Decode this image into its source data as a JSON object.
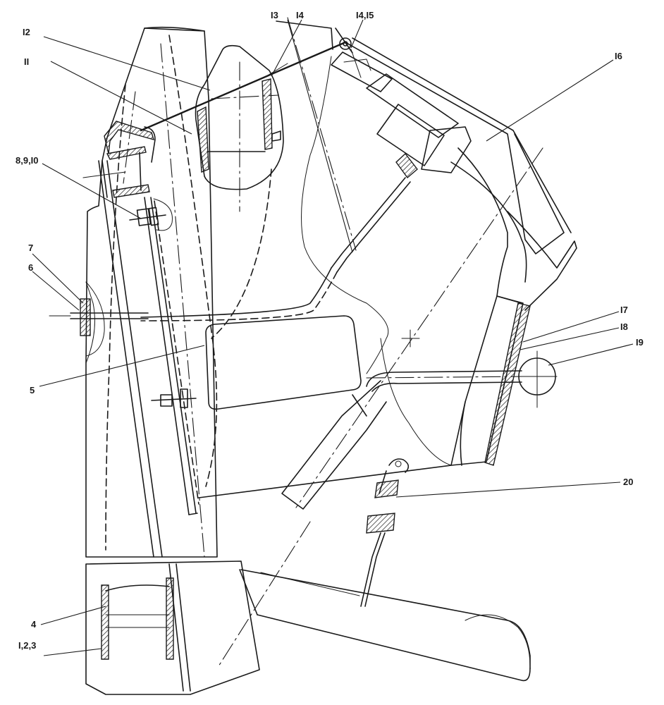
{
  "labels": {
    "l12": "I2",
    "l11": "II",
    "l13": "I3",
    "l14": "I4",
    "l1415": "I4,I5",
    "l16": "I6",
    "l8910": "8,9,I0",
    "l7": "7",
    "l6": "6",
    "l5": "5",
    "l17": "I7",
    "l18": "I8",
    "l19": "I9",
    "l20": "20",
    "l4": "4",
    "l123": "I,2,3"
  }
}
